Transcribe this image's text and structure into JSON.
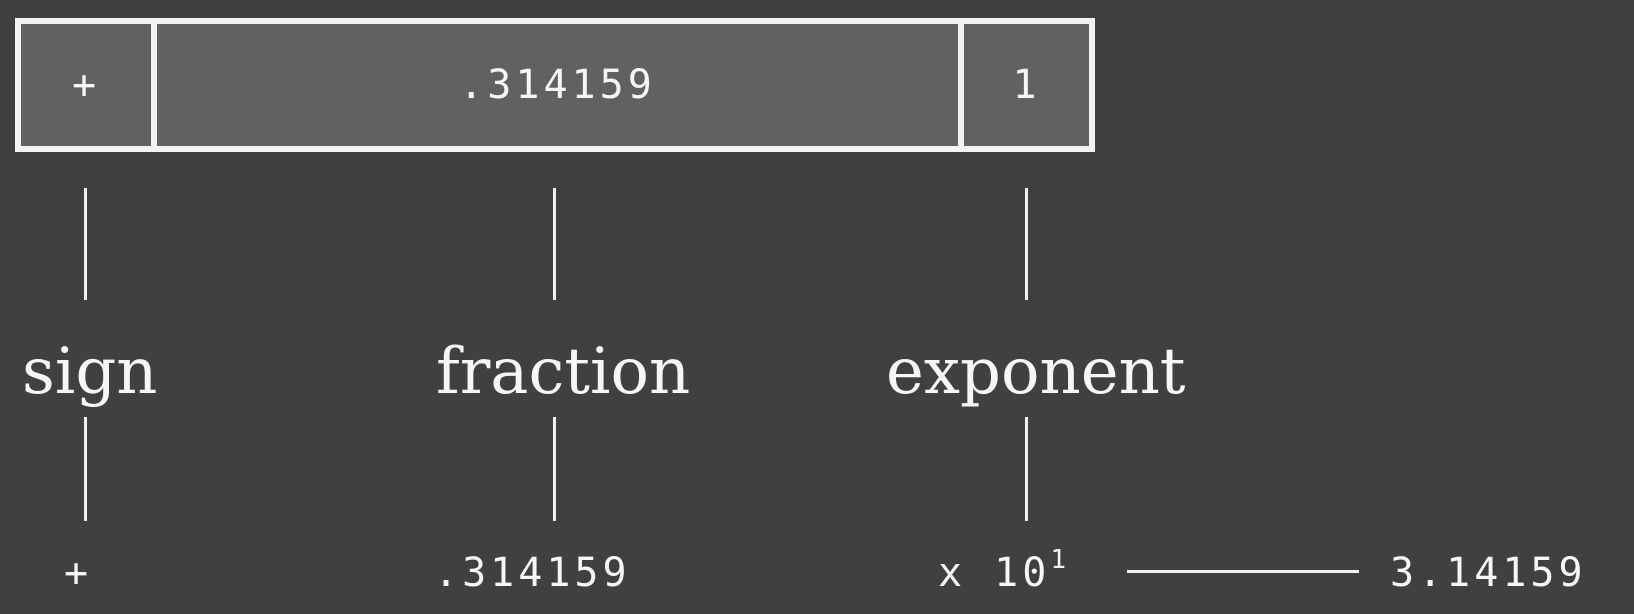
{
  "boxes": {
    "sign": "+",
    "fraction": ".314159",
    "exponent": "1"
  },
  "labels": {
    "sign": "sign",
    "fraction": "fraction",
    "exponent": "exponent"
  },
  "expression": {
    "sign": "+",
    "fraction": ".314159",
    "times": "x 10",
    "exponent_sup": "1",
    "result": "3.14159"
  },
  "colors": {
    "background": "#404040",
    "box_fill": "#616161",
    "stroke": "#f2f2f2",
    "text": "#f6f6f6"
  }
}
